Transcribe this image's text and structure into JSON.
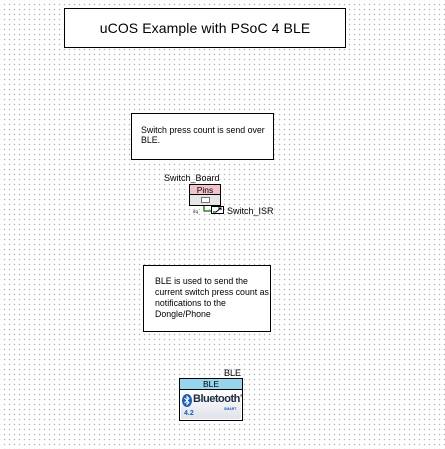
{
  "schematic": {
    "title": "uCOS Example with PSoC 4 BLE",
    "notes": {
      "switch_note": "Switch press count is send over BLE.",
      "ble_note": "BLE is used to send the current switch press count as notifications to the Dongle/Phone"
    },
    "pins_component": {
      "instance_name": "Switch_Board",
      "header": "Pins"
    },
    "isr_component": {
      "instance_name": "Switch_ISR",
      "terminal_label": "irq"
    },
    "ble_component": {
      "instance_name": "BLE",
      "header": "BLE",
      "logo_word": "Bluetooth",
      "logo_trademark": "®",
      "logo_smart": "SMART",
      "logo_version": "4.2"
    }
  },
  "colors": {
    "pins_header": "#f2c2cd",
    "ble_header": "#97d5ee",
    "wire": "#2e8b2e",
    "bluetooth_blue": "#1b5cb5"
  },
  "icons": {
    "pin_icon": "pin-terminal-icon",
    "isr_icon": "interrupt-symbol-icon",
    "bluetooth_icon": "bluetooth-rune-icon"
  }
}
